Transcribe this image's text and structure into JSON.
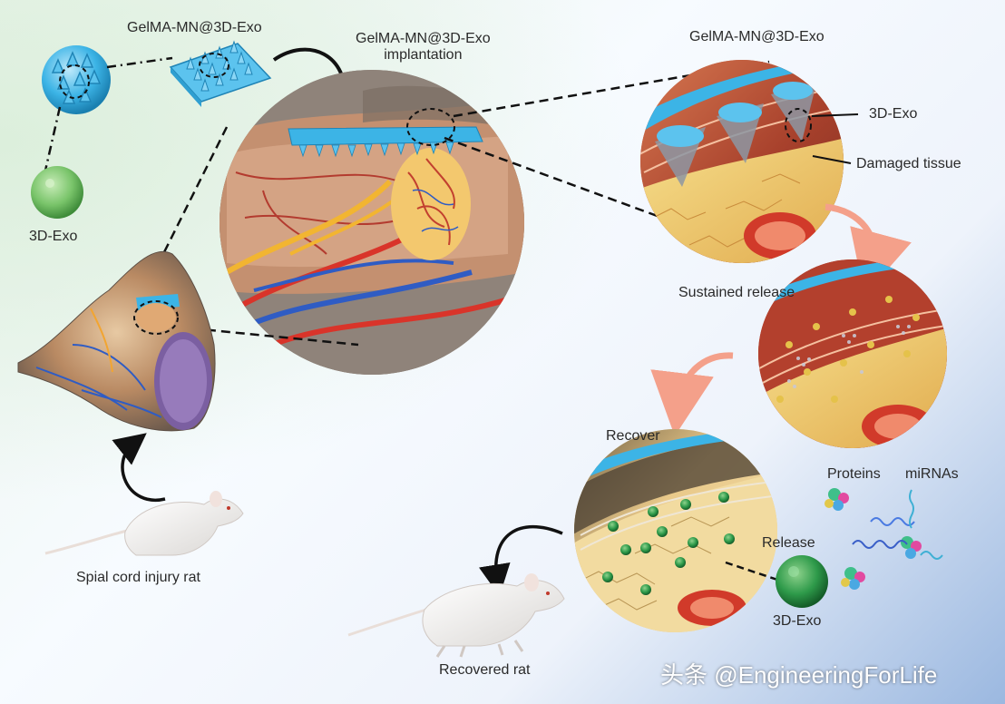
{
  "labels": {
    "patch_top": "GelMA-MN@3D-Exo",
    "implantation": "GelMA-MN@3D-Exo\nimplantation",
    "patch_detail": "GelMA-MN@3D-Exo",
    "exo_left": "3D-Exo",
    "exo_detail": "3D-Exo",
    "damaged_tissue": "Damaged tissue",
    "sustained_release": "Sustained release",
    "recover": "Recover",
    "proteins": "Proteins",
    "mirnas": "miRNAs",
    "release": "Release",
    "exo_bottom": "3D-Exo",
    "injury_rat": "Spial cord injury rat",
    "recovered_rat": "Recovered rat"
  },
  "watermark": "头条 @EngineeringForLife",
  "colors": {
    "patch_blue": "#3cb4e6",
    "exo_green": "#7bc96f",
    "tissue_red": "#b0402c",
    "arrow_salmon": "#f4a08a"
  }
}
